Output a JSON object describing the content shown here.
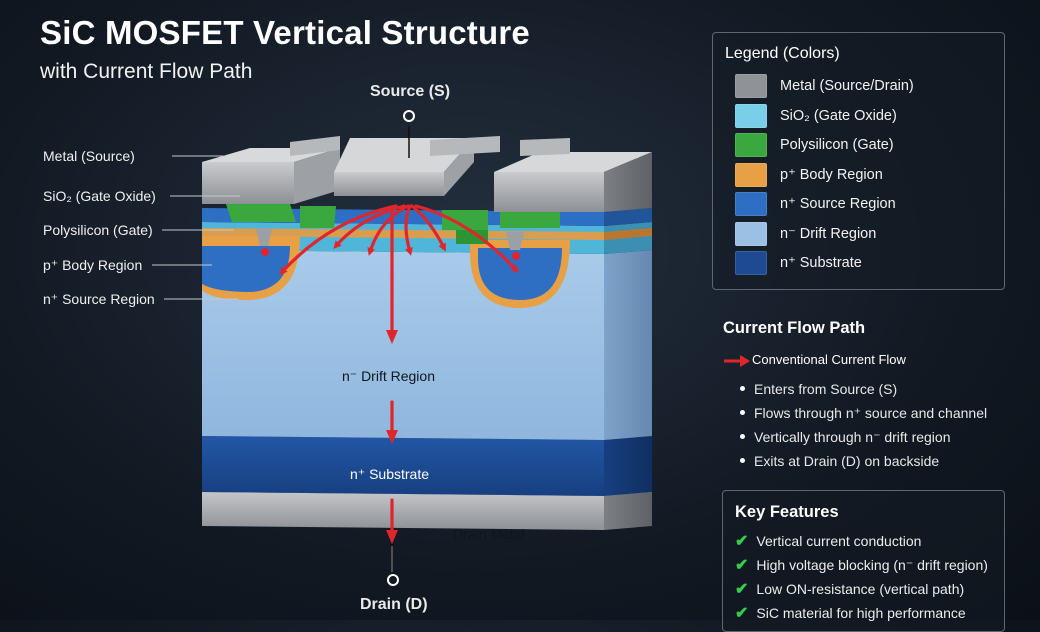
{
  "header": {
    "title": "SiC MOSFET Vertical Structure",
    "subtitle": "with Current Flow Path"
  },
  "terminals": {
    "source": "Source (S)",
    "drain": "Drain (D)"
  },
  "callouts": {
    "metal_source": "Metal (Source)",
    "gate_oxide": "SiO₂ (Gate Oxide)",
    "polysilicon": "Polysilicon (Gate)",
    "p_body": "p⁺ Body Region",
    "n_source": "n⁺ Source Region"
  },
  "regions": {
    "drift": "n⁻ Drift Region",
    "substrate": "n⁺ Substrate",
    "drain_metal": "Drain Metal"
  },
  "legend": {
    "title": "Legend (Colors)",
    "items": [
      {
        "label": "Metal (Source/Drain)",
        "color": "#8f9297"
      },
      {
        "label": "SiO₂ (Gate Oxide)",
        "color": "#79cfe8"
      },
      {
        "label": "Polysilicon (Gate)",
        "color": "#3aa83f"
      },
      {
        "label": "p⁺ Body Region",
        "color": "#e8a047"
      },
      {
        "label": "n⁺ Source Region",
        "color": "#2f6fc3"
      },
      {
        "label": "n⁻ Drift Region",
        "color": "#9cc0e3"
      },
      {
        "label": "n⁺ Substrate",
        "color": "#1d4a92"
      }
    ]
  },
  "current_flow": {
    "title": "Current Flow Path",
    "legend_label": "Conventional Current Flow",
    "arrow_color": "#e0262b",
    "bullets": [
      "Enters from Source (S)",
      "Flows through n⁺ source and channel",
      "Vertically through n⁻ drift region",
      "Exits at Drain (D) on backside"
    ]
  },
  "key_features": {
    "title": "Key Features",
    "items": [
      "Vertical current conduction",
      "High voltage blocking (n⁻ drift region)",
      "Low ON-resistance (vertical path)",
      "SiC material for high performance"
    ]
  }
}
